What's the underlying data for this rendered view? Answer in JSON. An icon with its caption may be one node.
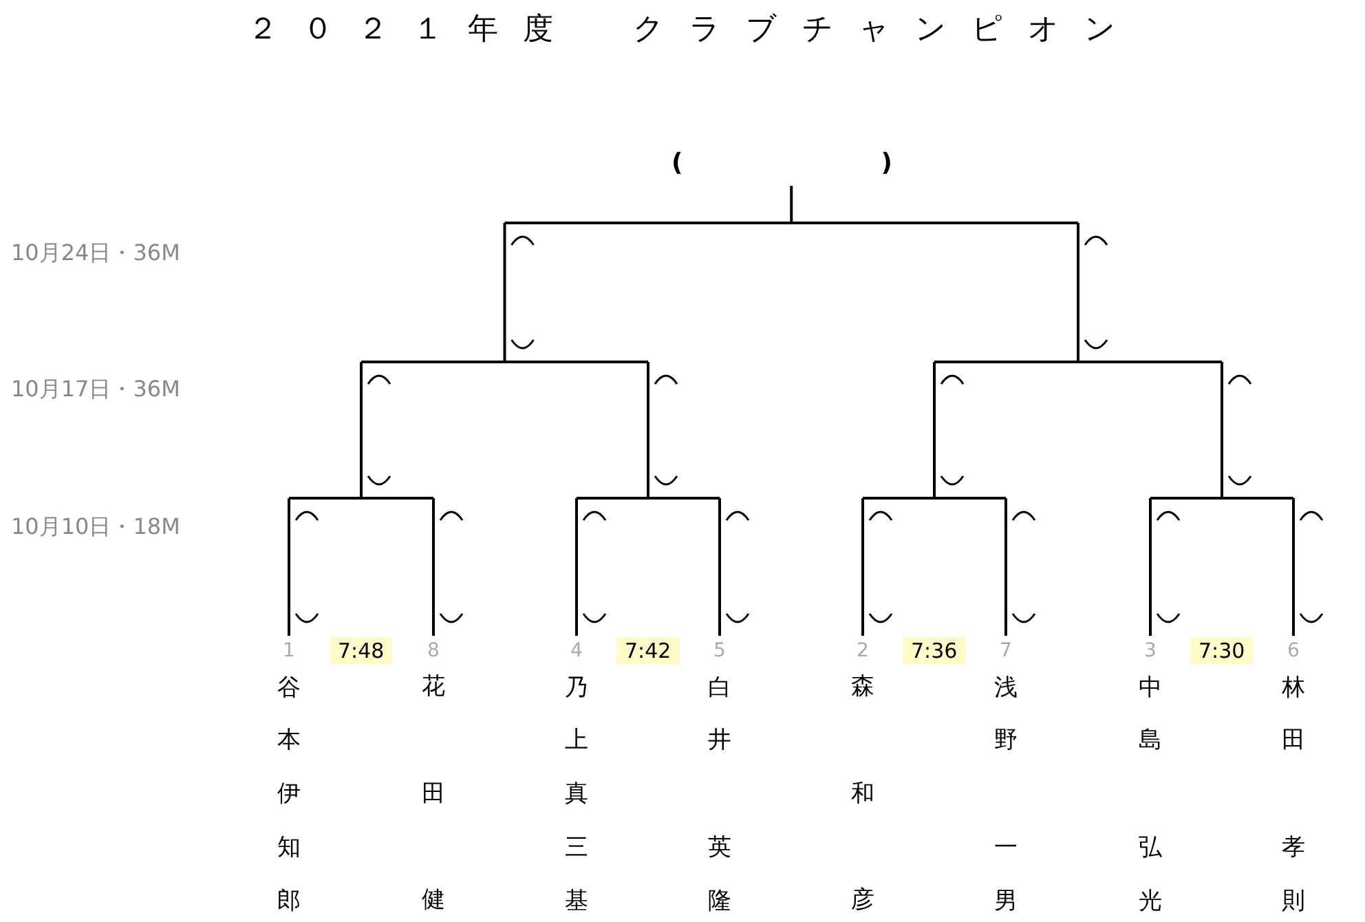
{
  "diagram": {
    "title": "２０２１年度　クラブチャンピオン",
    "nodes": [
      {
        "text": [
          "(　　　　　　　　)"
        ]
      },
      {
        "text": [
          "谷本伊知郎"
        ],
        "beside": [
          "1"
        ]
      },
      {
        "text": [
          "花田健"
        ],
        "beside": [
          "8"
        ]
      },
      {
        "text": [
          "乃上真三基"
        ],
        "beside": [
          "4"
        ]
      },
      {
        "text": [
          "白井英隆"
        ],
        "beside": [
          "5"
        ]
      },
      {
        "text": [
          "森和彦"
        ],
        "beside": [
          "2"
        ]
      },
      {
        "text": [
          "浅野一男"
        ],
        "beside": [
          "7"
        ]
      },
      {
        "text": [
          "中島弘光"
        ],
        "beside": [
          "3"
        ]
      },
      {
        "text": [
          "林田孝則"
        ],
        "beside": [
          "6"
        ]
      }
    ],
    "labels": [
      "10月24日・36M",
      "10月17日・36M",
      "10月10日・18M",
      "7:48",
      "7:42",
      "7:36",
      "7:30"
    ]
  }
}
